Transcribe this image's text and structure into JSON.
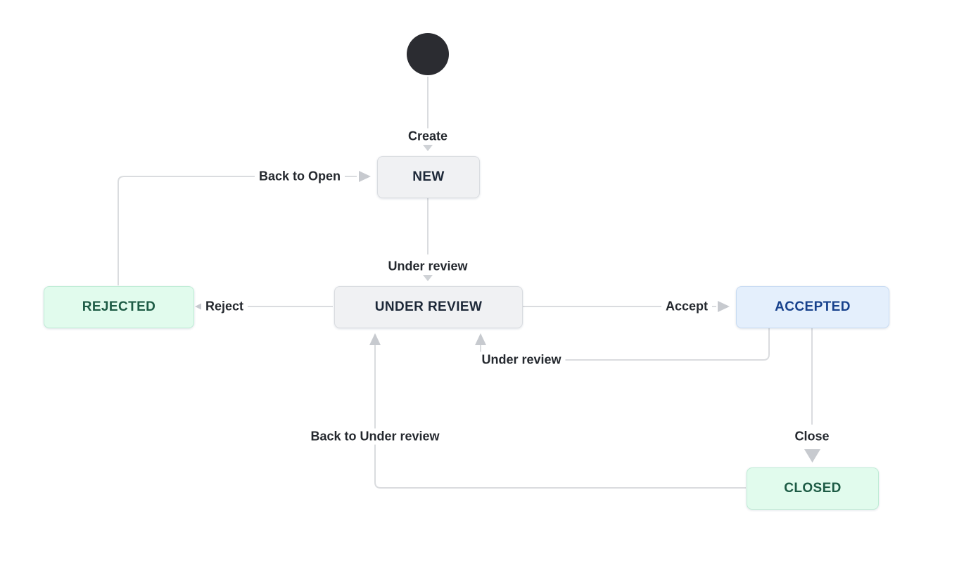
{
  "diagram": {
    "title": "issue-workflow-diagram",
    "start_node": {
      "name": "start",
      "color": "#2b2c31"
    },
    "states": {
      "new": {
        "label": "NEW",
        "category": "gray"
      },
      "under_review": {
        "label": "UNDER REVIEW",
        "category": "gray"
      },
      "rejected": {
        "label": "REJECTED",
        "category": "green"
      },
      "accepted": {
        "label": "ACCEPTED",
        "category": "blue"
      },
      "closed": {
        "label": "CLOSED",
        "category": "green"
      }
    },
    "transitions": {
      "create": {
        "label": "Create",
        "from": "start",
        "to": "NEW"
      },
      "under_review_initial": {
        "label": "Under review",
        "from": "NEW",
        "to": "UNDER REVIEW"
      },
      "reject": {
        "label": "Reject",
        "from": "UNDER REVIEW",
        "to": "REJECTED"
      },
      "accept": {
        "label": "Accept",
        "from": "UNDER REVIEW",
        "to": "ACCEPTED"
      },
      "back_to_open": {
        "label": "Back to Open",
        "from": "REJECTED",
        "to": "NEW"
      },
      "under_review_reopen": {
        "label": "Under review",
        "from": "ACCEPTED",
        "to": "UNDER REVIEW"
      },
      "close": {
        "label": "Close",
        "from": "ACCEPTED",
        "to": "CLOSED"
      },
      "back_to_under_review": {
        "label": "Back to Under review",
        "from": "CLOSED",
        "to": "UNDER REVIEW"
      }
    },
    "colors": {
      "background": "#ffffff",
      "line": "#dadcdf",
      "arrow": "#c7cacf",
      "label_text": "#24282e",
      "start_node": "#2b2c31",
      "gray_bg": "#f0f1f3",
      "gray_border": "#d9dce0",
      "gray_text": "#1d2838",
      "green_bg": "#e1fbed",
      "green_border": "#bfecd6",
      "green_text": "#1d5b45",
      "blue_bg": "#e4effc",
      "blue_border": "#c8dbf2",
      "blue_text": "#17418c"
    }
  }
}
